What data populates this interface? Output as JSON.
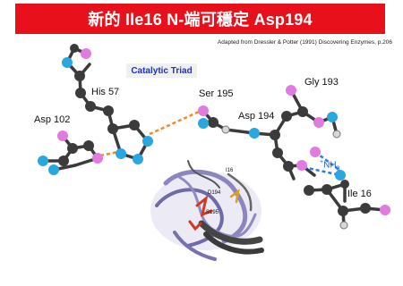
{
  "title": "新的 Ile16 N-端可穩定 Asp194",
  "citation": "Adapted from Dressler & Potter (1991) Discovering Enzymes, p.206",
  "catalytic_triad_label": "Catalytic Triad",
  "residues": {
    "his57": "His 57",
    "asp102": "Asp 102",
    "ser195": "Ser 195",
    "asp194": "Asp 194",
    "gly193": "Gly 193",
    "ile16": "Ile 16"
  },
  "nh3": {
    "charge": "+",
    "text": "NH",
    "sub": "3"
  },
  "protein_labels": {
    "i16": "I16",
    "d194": "D194",
    "s195": "S195"
  },
  "colors": {
    "title_bg": "#e8111b",
    "carbon": "#3b3b3b",
    "nitrogen": "#2aa7df",
    "oxygen": "#e07be0",
    "hbond_orange": "#f5862a",
    "hbond_blue": "#2a7de0",
    "triad_text": "#1b2fd1"
  }
}
